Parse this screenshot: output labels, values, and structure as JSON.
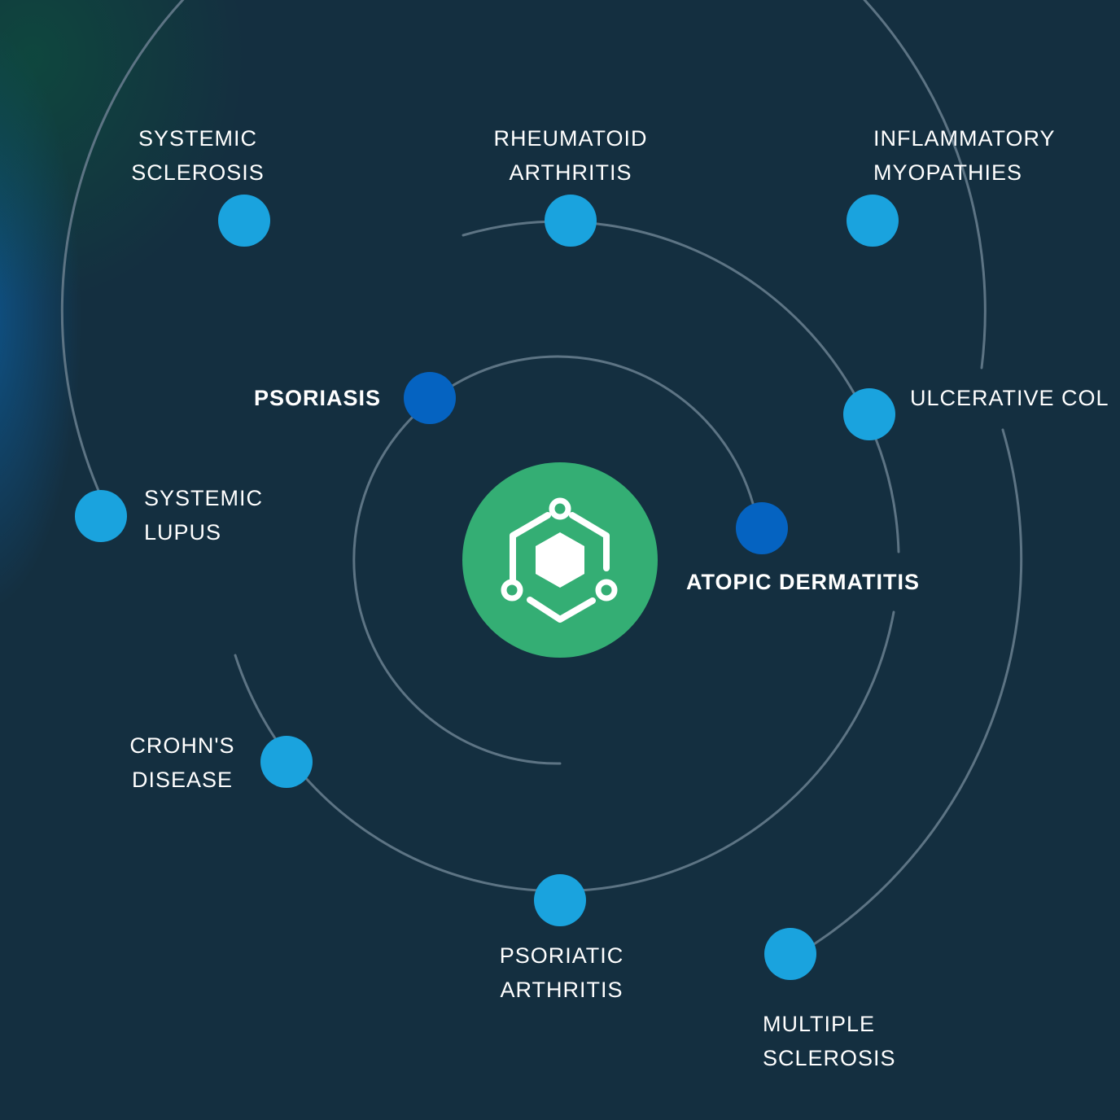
{
  "diagram": {
    "hub": {
      "icon": "molecule-hexagon-icon",
      "color": "#34ae74"
    },
    "colors": {
      "background": "#142f40",
      "orbit": "#5d7484",
      "node": "#1aa3de",
      "node_highlight": "#0563c1",
      "text": "#ffffff"
    },
    "inner_ring": [
      {
        "id": "psoriasis",
        "lines": [
          "PSORIASIS"
        ],
        "emphasis": true
      },
      {
        "id": "atopic-dermatitis",
        "lines": [
          "ATOPIC DERMATITIS"
        ],
        "emphasis": true
      }
    ],
    "middle_ring": [
      {
        "id": "rheumatoid-arthritis",
        "lines": [
          "RHEUMATOID",
          "ARTHRITIS"
        ]
      },
      {
        "id": "ulcerative-colitis",
        "lines": [
          "ULCERATIVE COL"
        ]
      },
      {
        "id": "psoriatic-arthritis",
        "lines": [
          "PSORIATIC",
          "ARTHRITIS"
        ]
      },
      {
        "id": "crohns-disease",
        "lines": [
          "CROHN'S",
          "DISEASE"
        ]
      }
    ],
    "outer_ring": [
      {
        "id": "systemic-sclerosis",
        "lines": [
          "SYSTEMIC",
          "SCLEROSIS"
        ]
      },
      {
        "id": "inflammatory-myopathies",
        "lines": [
          "INFLAMMATORY",
          "MYOPATHIES"
        ]
      },
      {
        "id": "multiple-sclerosis",
        "lines": [
          "MULTIPLE",
          "SCLEROSIS"
        ]
      },
      {
        "id": "systemic-lupus",
        "lines": [
          "SYSTEMIC",
          "LUPUS"
        ]
      }
    ]
  }
}
